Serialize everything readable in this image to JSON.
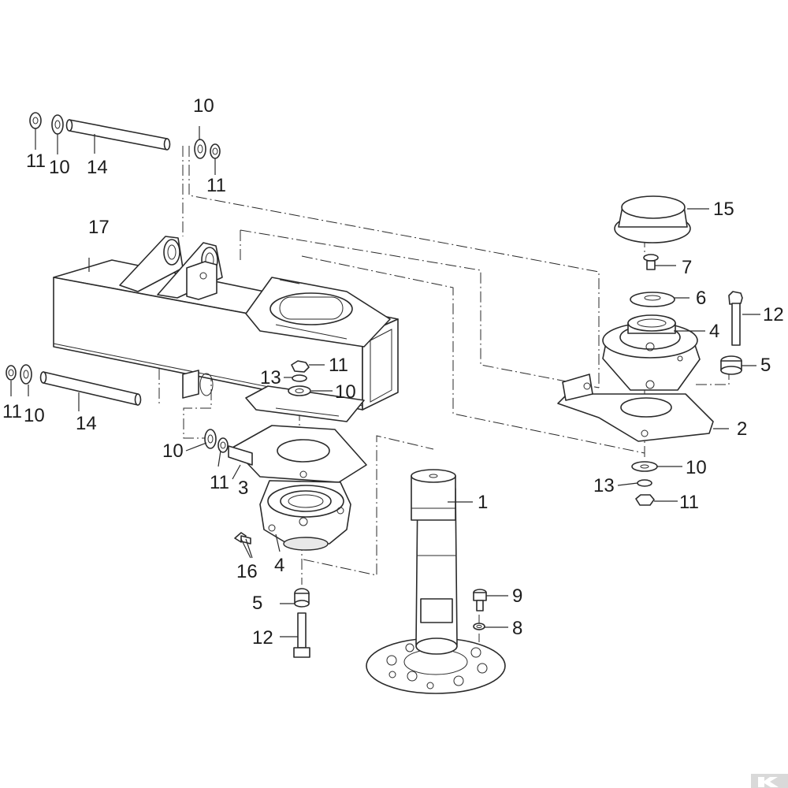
{
  "brand": {
    "logo": "K"
  },
  "callouts": [
    {
      "id": "c1",
      "label": "1"
    },
    {
      "id": "c2",
      "label": "2"
    },
    {
      "id": "c3",
      "label": "3"
    },
    {
      "id": "c4a",
      "label": "4"
    },
    {
      "id": "c4b",
      "label": "4"
    },
    {
      "id": "c5a",
      "label": "5"
    },
    {
      "id": "c5b",
      "label": "5"
    },
    {
      "id": "c6",
      "label": "6"
    },
    {
      "id": "c7",
      "label": "7"
    },
    {
      "id": "c8",
      "label": "8"
    },
    {
      "id": "c9",
      "label": "9"
    },
    {
      "id": "c10a",
      "label": "10"
    },
    {
      "id": "c10b",
      "label": "10"
    },
    {
      "id": "c10c",
      "label": "10"
    },
    {
      "id": "c10d",
      "label": "10"
    },
    {
      "id": "c10e",
      "label": "10"
    },
    {
      "id": "c10f",
      "label": "10"
    },
    {
      "id": "c11a",
      "label": "11"
    },
    {
      "id": "c11b",
      "label": "11"
    },
    {
      "id": "c11c",
      "label": "11"
    },
    {
      "id": "c11d",
      "label": "11"
    },
    {
      "id": "c11e",
      "label": "11"
    },
    {
      "id": "c11f",
      "label": "11"
    },
    {
      "id": "c12a",
      "label": "12"
    },
    {
      "id": "c12b",
      "label": "12"
    },
    {
      "id": "c13a",
      "label": "13"
    },
    {
      "id": "c13b",
      "label": "13"
    },
    {
      "id": "c14a",
      "label": "14"
    },
    {
      "id": "c14b",
      "label": "14"
    },
    {
      "id": "c15",
      "label": "15"
    },
    {
      "id": "c16",
      "label": "16"
    },
    {
      "id": "c17",
      "label": "17"
    }
  ]
}
